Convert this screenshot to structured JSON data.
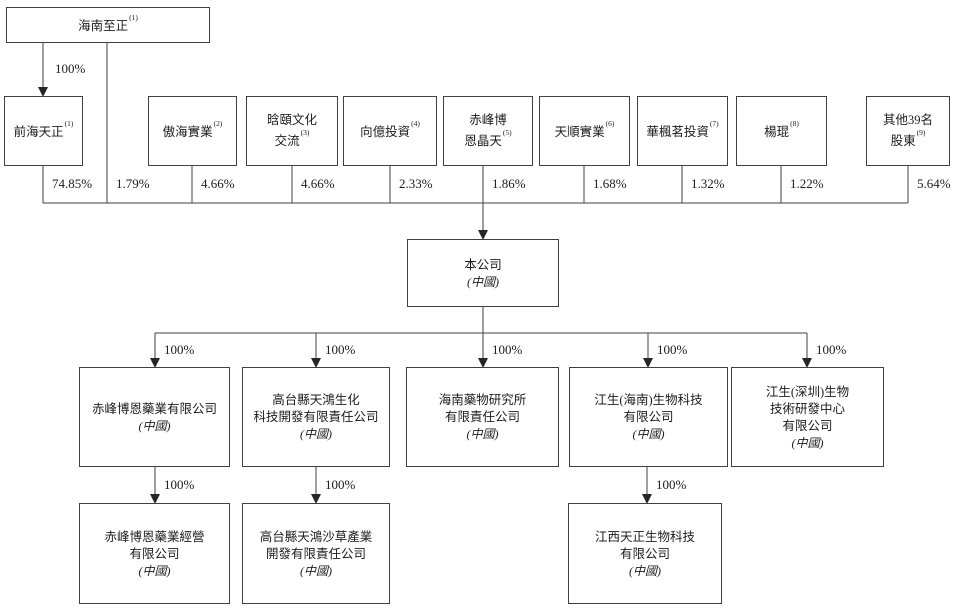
{
  "entities": {
    "hainan_zhizheng": {
      "name": "海南至正",
      "note": "(1)",
      "pct_in_qianhai": "100%",
      "direct_pct": "1.79%"
    },
    "company": {
      "name": "本公司",
      "region": "(中國)"
    }
  },
  "shareholders": [
    {
      "name": "前海天正",
      "note": "(1)",
      "pct": "74.85%"
    },
    {
      "name": "傲海實業",
      "note": "(2)",
      "pct": "4.66%"
    },
    {
      "name": [
        "晗頤文化",
        "交流"
      ],
      "note": "(3)",
      "pct": "4.66%"
    },
    {
      "name": "向億投資",
      "note": "(4)",
      "pct": "2.33%"
    },
    {
      "name": [
        "赤峰博",
        "恩晶天"
      ],
      "note": "(5)",
      "pct": "1.86%"
    },
    {
      "name": "天順實業",
      "note": "(6)",
      "pct": "1.68%"
    },
    {
      "name": "華楓茗投資",
      "note": "(7)",
      "pct": "1.32%"
    },
    {
      "name": "楊琨",
      "note": "(8)",
      "pct": "1.22%"
    },
    {
      "name": [
        "其他39名",
        "股東"
      ],
      "note": "(9)",
      "pct": "5.64%"
    }
  ],
  "subsidiaries": [
    {
      "name": "赤峰博恩藥業有限公司",
      "region": "(中國)",
      "pct": "100%"
    },
    {
      "name": [
        "高台縣天鴻生化",
        "科技開發有限責任公司"
      ],
      "region": "(中國)",
      "pct": "100%"
    },
    {
      "name": [
        "海南藥物研究所",
        "有限責任公司"
      ],
      "region": "(中國)",
      "pct": "100%"
    },
    {
      "name": [
        "江生(海南)生物科技",
        "有限公司"
      ],
      "region": "(中國)",
      "pct": "100%"
    },
    {
      "name": [
        "江生(深圳)生物",
        "技術研發中心",
        "有限公司"
      ],
      "region": "(中國)",
      "pct": "100%"
    }
  ],
  "grandchildren": [
    {
      "name": [
        "赤峰博恩藥業經營",
        "有限公司"
      ],
      "region": "(中國)",
      "pct": "100%"
    },
    {
      "name": [
        "高台縣天鴻沙草產業",
        "開發有限責任公司"
      ],
      "region": "(中國)",
      "pct": "100%"
    },
    {
      "name": [
        "江西天正生物科技",
        "有限公司"
      ],
      "region": "(中國)",
      "pct": "100%"
    }
  ],
  "line_color": "#404040"
}
